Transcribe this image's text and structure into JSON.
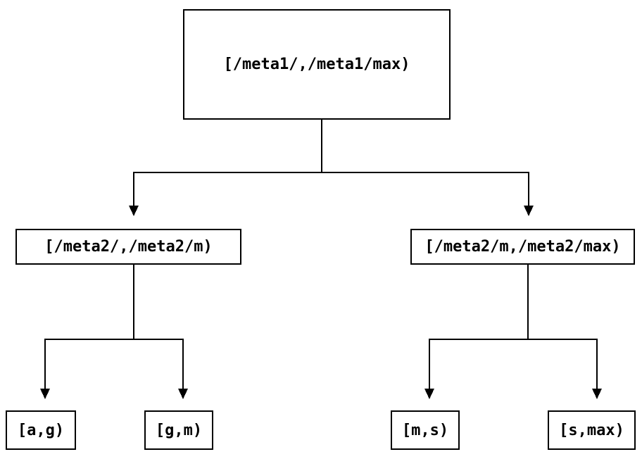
{
  "diagram": {
    "type": "tree",
    "background_color": "#ffffff",
    "line_color": "#000000",
    "text_color": "#000000",
    "nodes": {
      "root": {
        "label": "[/meta1/,/meta1/max)"
      },
      "meta2_low": {
        "label": "[/meta2/,/meta2/m)"
      },
      "meta2_high": {
        "label": "[/meta2/m,/meta2/max)"
      },
      "leaf_a_g": {
        "label": "[a,g)"
      },
      "leaf_g_m": {
        "label": "[g,m)"
      },
      "leaf_m_s": {
        "label": "[m,s)"
      },
      "leaf_s_max": {
        "label": "[s,max)"
      }
    },
    "edges": [
      {
        "from": "root",
        "to": "meta2_low"
      },
      {
        "from": "root",
        "to": "meta2_high"
      },
      {
        "from": "meta2_low",
        "to": "leaf_a_g"
      },
      {
        "from": "meta2_low",
        "to": "leaf_g_m"
      },
      {
        "from": "meta2_high",
        "to": "leaf_m_s"
      },
      {
        "from": "meta2_high",
        "to": "leaf_s_max"
      }
    ]
  }
}
